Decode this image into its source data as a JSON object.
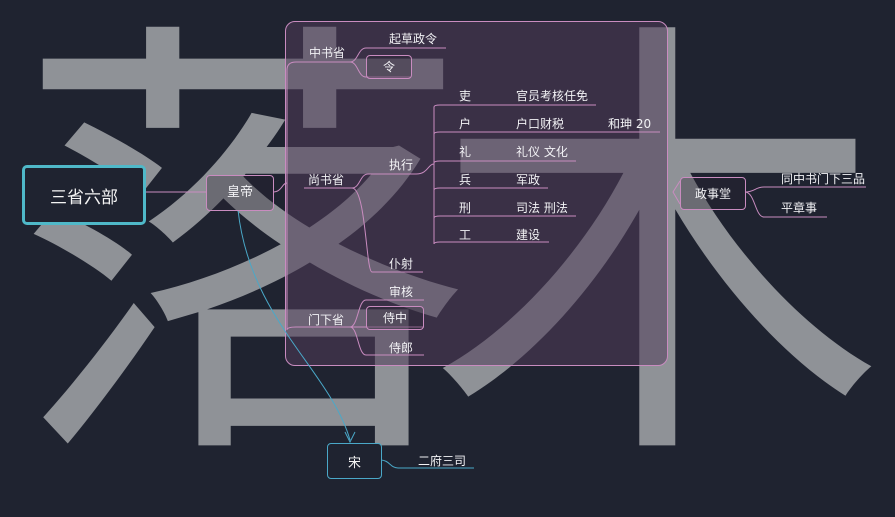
{
  "watermark": {
    "char1": "落",
    "char2": "木"
  },
  "root": {
    "label": "三省六部"
  },
  "emperor": {
    "label": "皇帝"
  },
  "zhongshu": {
    "label": "中书省",
    "children": [
      "起草政令",
      "令"
    ]
  },
  "shangshu": {
    "label": "尚书省",
    "exec_label": "执行",
    "puye_label": "仆射",
    "ministries": [
      {
        "name": "吏",
        "duty": "官员考核任免"
      },
      {
        "name": "户",
        "duty": "户口财税"
      },
      {
        "name": "礼",
        "duty": "礼仪 文化"
      },
      {
        "name": "兵",
        "duty": "军政"
      },
      {
        "name": "刑",
        "duty": "司法 刑法"
      },
      {
        "name": "工",
        "duty": "建设"
      }
    ],
    "hu_note": "和珅 20"
  },
  "menxia": {
    "label": "门下省",
    "children": [
      "审核",
      "侍中",
      "侍郎"
    ]
  },
  "zhengshitang": {
    "label": "政事堂",
    "children": [
      "同中书门下三品",
      "平章事"
    ]
  },
  "song": {
    "label": "宋",
    "child": "二府三司"
  },
  "colors": {
    "background": "#1f2330",
    "accent_pink": "#c98cc0",
    "accent_cyan": "#4fb8c8",
    "watermark": "#8f9297"
  }
}
